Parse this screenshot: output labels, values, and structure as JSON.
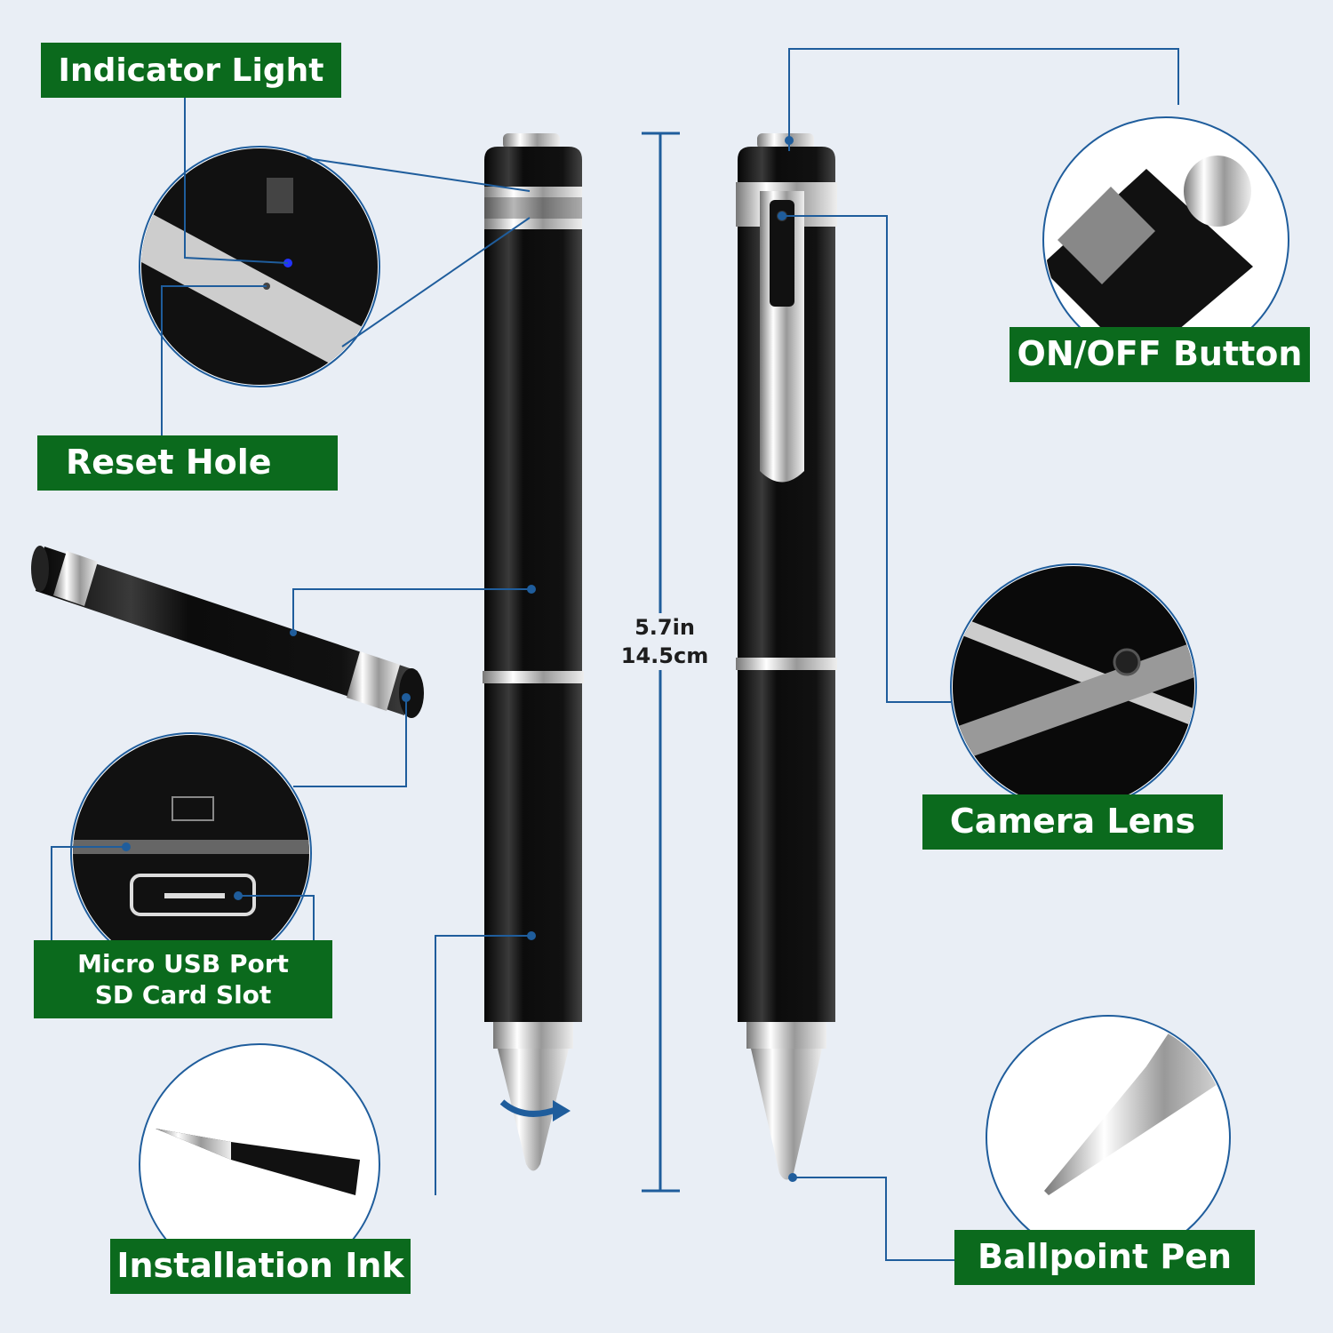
{
  "labels": {
    "indicator_light": "Indicator Light",
    "reset_hole": "Reset Hole",
    "micro_usb_port": "Micro USB Port",
    "sd_card_slot": "SD Card Slot",
    "installation_ink": "Installation Ink",
    "on_off_button": "ON/OFF Button",
    "camera_lens": "Camera Lens",
    "ballpoint_pen": "Ballpoint Pen"
  },
  "dimension": {
    "inches": "5.7in",
    "centimeters": "14.5cm"
  },
  "colors": {
    "background": "#e9eef5",
    "label_bg": "#0b6a1d",
    "leader_line": "#1f5d9c"
  }
}
